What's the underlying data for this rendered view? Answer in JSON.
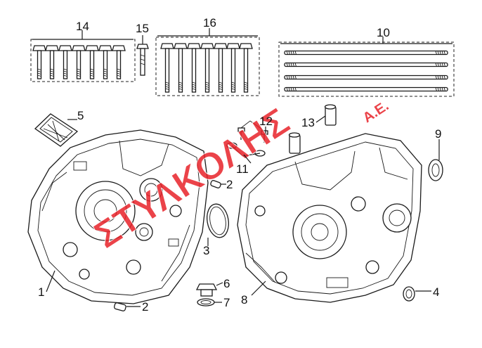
{
  "diagram": {
    "watermark": {
      "text": "ΣΤΥΛΚΟΛΗΣ",
      "suffix": "A.E.",
      "color": "#e8232a"
    },
    "callouts": [
      {
        "id": "c1",
        "label": "1"
      },
      {
        "id": "c2a",
        "label": "2"
      },
      {
        "id": "c2b",
        "label": "2"
      },
      {
        "id": "c3",
        "label": "3"
      },
      {
        "id": "c4",
        "label": "4"
      },
      {
        "id": "c5",
        "label": "5"
      },
      {
        "id": "c6",
        "label": "6"
      },
      {
        "id": "c7",
        "label": "7"
      },
      {
        "id": "c8",
        "label": "8"
      },
      {
        "id": "c9",
        "label": "9"
      },
      {
        "id": "c10",
        "label": "10"
      },
      {
        "id": "c11",
        "label": "11"
      },
      {
        "id": "c12",
        "label": "12"
      },
      {
        "id": "c13",
        "label": "13"
      },
      {
        "id": "c14",
        "label": "14"
      },
      {
        "id": "c15",
        "label": "15"
      },
      {
        "id": "c16",
        "label": "16"
      }
    ]
  }
}
